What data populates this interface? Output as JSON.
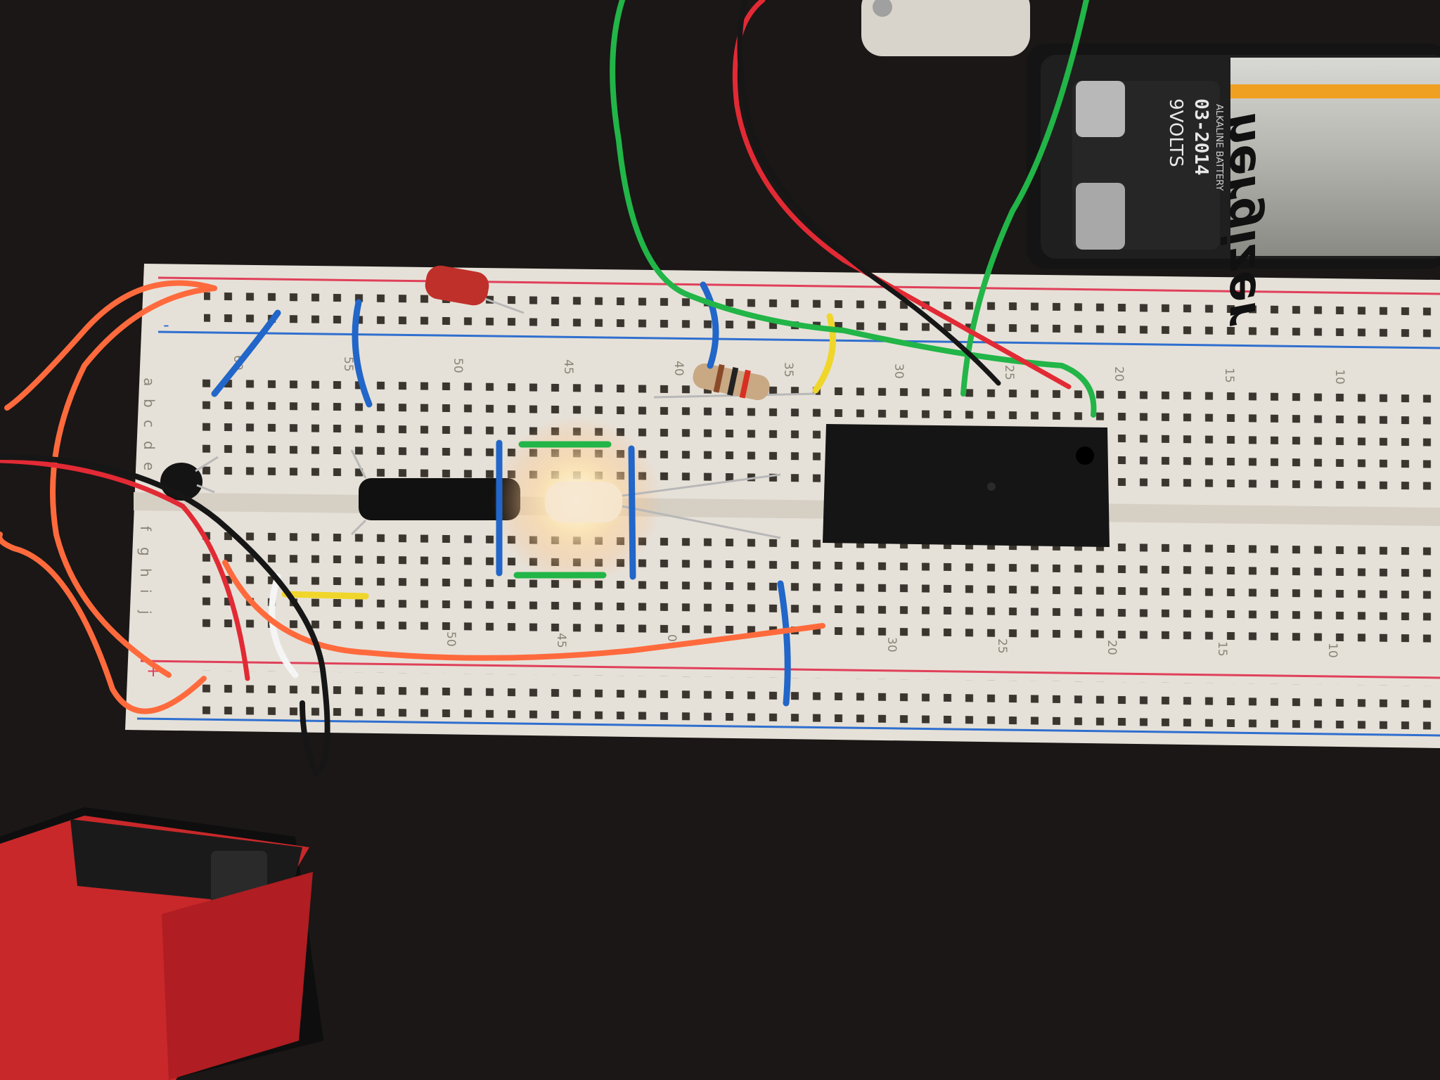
{
  "breadboard": {
    "column_numbers_top": [
      "60",
      "55",
      "50",
      "45",
      "40",
      "35",
      "30",
      "25",
      "20",
      "15",
      "10"
    ],
    "column_numbers_bottom": [
      "50",
      "45",
      "0",
      "30",
      "25",
      "20",
      "15",
      "10"
    ],
    "row_letters_top": [
      "a",
      "b",
      "c",
      "d",
      "e"
    ],
    "row_letters_bottom": [
      "f",
      "g",
      "h",
      "i",
      "j"
    ],
    "minus_sign": "-",
    "plus_sign": "+"
  },
  "battery_top": {
    "brand": "Energizer",
    "brand_visible": "nergizer",
    "voltage": "9VOLTS",
    "date_code": "03-2014",
    "type": "ALKALINE BATTERY"
  },
  "colors": {
    "breadboard": "#e6e1d8",
    "rail_red": "#e0405a",
    "rail_blue": "#2f6fcf",
    "wire_orange": "#ff6a3d",
    "wire_red": "#e22a35",
    "wire_green": "#22b548",
    "wire_blue": "#2166c8",
    "wire_yellow": "#f0d62a",
    "led_glow": "#fff1c9"
  }
}
